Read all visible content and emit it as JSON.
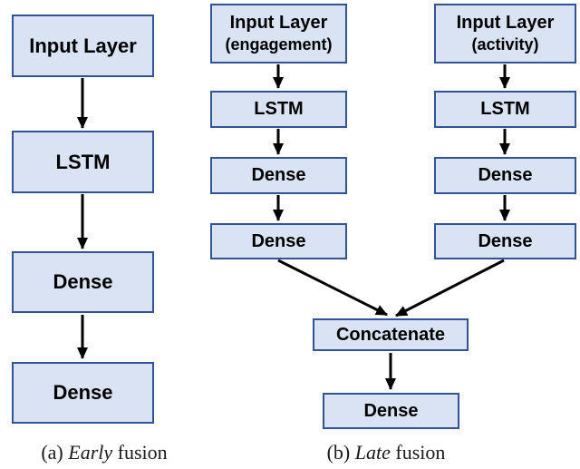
{
  "figure": {
    "colors": {
      "node_fill": "#dae3f3",
      "node_border": "#2f5597",
      "arrow": "#000000",
      "text": "#000000"
    },
    "panel_a": {
      "caption": {
        "prefix": "(a)",
        "italic_word": "Early",
        "suffix": "fusion"
      },
      "nodes": {
        "input": {
          "label": "Input Layer"
        },
        "lstm": {
          "label": "LSTM"
        },
        "dense1": {
          "label": "Dense"
        },
        "dense2": {
          "label": "Dense"
        }
      }
    },
    "panel_b": {
      "caption": {
        "prefix": "(b)",
        "italic_word": "Late",
        "suffix": "fusion"
      },
      "engagement_branch": {
        "input": {
          "label": "Input Layer",
          "sublabel": "(engagement)"
        },
        "lstm": {
          "label": "LSTM"
        },
        "dense1": {
          "label": "Dense"
        },
        "dense2": {
          "label": "Dense"
        }
      },
      "activity_branch": {
        "input": {
          "label": "Input Layer",
          "sublabel": "(activity)"
        },
        "lstm": {
          "label": "LSTM"
        },
        "dense1": {
          "label": "Dense"
        },
        "dense2": {
          "label": "Dense"
        }
      },
      "fusion": {
        "concatenate": {
          "label": "Concatenate"
        },
        "dense": {
          "label": "Dense"
        }
      }
    }
  }
}
